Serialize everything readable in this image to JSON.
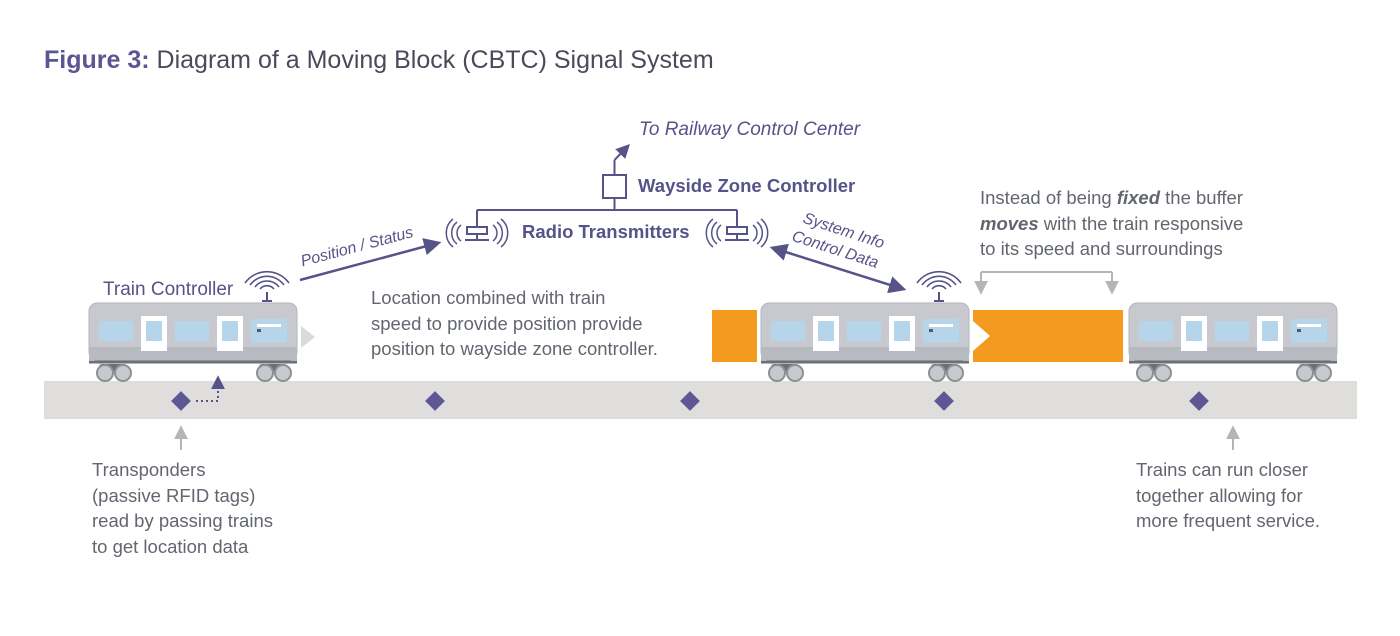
{
  "title": {
    "prefix": "Figure 3:",
    "text": "Diagram of a Moving Block (CBTC) Signal System"
  },
  "labels": {
    "control_center": "To Railway Control Center",
    "wayside": "Wayside Zone Controller",
    "radio": "Radio Transmitters",
    "train_controller": "Train Controller",
    "position_status": "Position / Status",
    "system_info": "System Info",
    "control_data": "Control Data"
  },
  "location_note": [
    "Location combined with train",
    "speed to provide position provide",
    "position to wayside zone controller."
  ],
  "buffer_note": {
    "l1_a": "Instead of being ",
    "l1_b": "fixed",
    "l1_c": " the buffer",
    "l2_a": "moves",
    "l2_b": " with the train responsive",
    "l3": "to its speed and surroundings"
  },
  "transponder_note": [
    "Transponders",
    "(passive RFID tags)",
    "read by passing trains",
    "to get location data"
  ],
  "closer_note": [
    "Trains can run closer",
    "together allowing for",
    "more frequent service."
  ],
  "colors": {
    "purple": "#565389",
    "orange": "#f39a1f",
    "track": "#e0dedd",
    "train_body": "#c7c9cf",
    "window": "#b7d5ea",
    "gray_arrow": "#b5b5b5"
  }
}
